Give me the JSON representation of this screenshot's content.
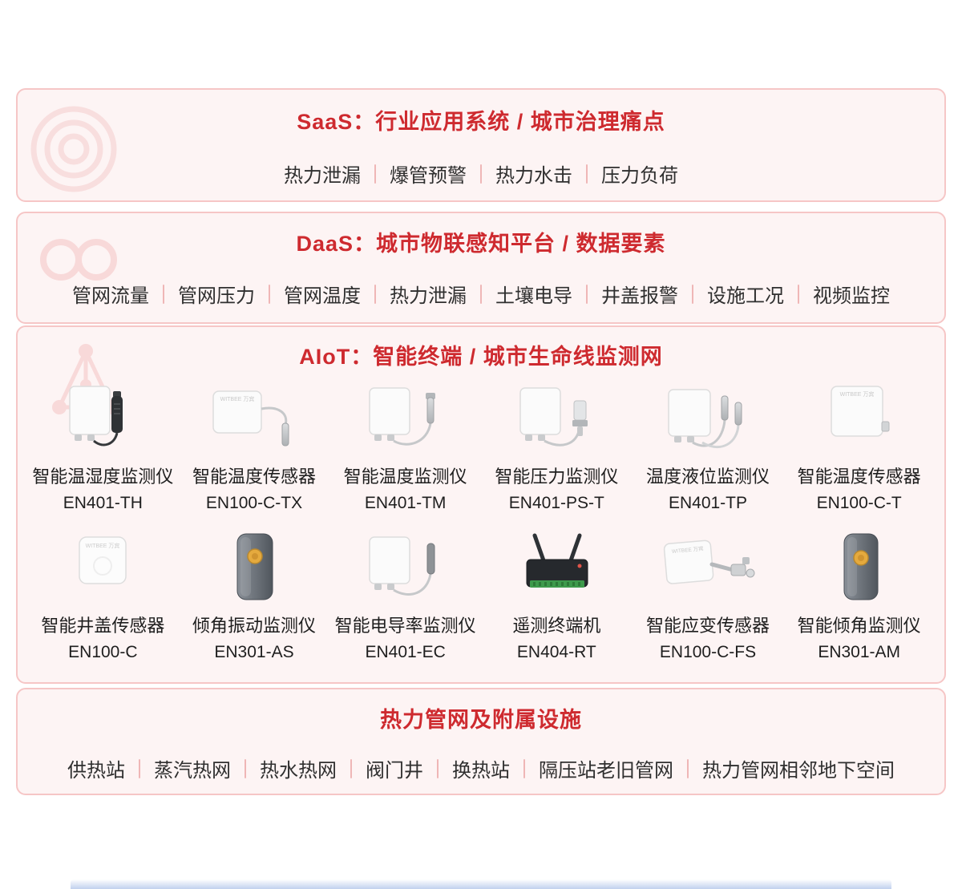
{
  "colors": {
    "accent_red": "#ce2a2f",
    "section_background": "#fdf4f4",
    "section_border": "#f6c6c6",
    "separator_pink": "#efb6b6",
    "text_dark": "#2f2f2f"
  },
  "saas": {
    "title": "SaaS：行业应用系统 / 城市治理痛点",
    "items": [
      "热力泄漏",
      "爆管预警",
      "热力水击",
      "压力负荷"
    ]
  },
  "daas": {
    "title": "DaaS：城市物联感知平台 / 数据要素",
    "items": [
      "管网流量",
      "管网压力",
      "管网温度",
      "热力泄漏",
      "土壤电导",
      "井盖报警",
      "设施工况",
      "视频监控"
    ]
  },
  "aiot": {
    "title": "AIoT：智能终端 / 城市生命线监测网",
    "brand": "WITBEE 万宾",
    "devices": [
      {
        "name": "智能温湿度监测仪",
        "model": "EN401-TH",
        "image": "white-box-black-probe"
      },
      {
        "name": "智能温度传感器",
        "model": "EN100-C-TX",
        "image": "white-panel-cable-probe"
      },
      {
        "name": "智能温度监测仪",
        "model": "EN401-TM",
        "image": "white-box-cable-probe"
      },
      {
        "name": "智能压力监测仪",
        "model": "EN401-PS-T",
        "image": "white-box-pressure-transmitter"
      },
      {
        "name": "温度液位监测仪",
        "model": "EN401-TP",
        "image": "white-box-dual-probe"
      },
      {
        "name": "智能温度传感器",
        "model": "EN100-C-T",
        "image": "white-panel-stub"
      },
      {
        "name": "智能井盖传感器",
        "model": "EN100-C",
        "image": "white-panel-plain"
      },
      {
        "name": "倾角振动监测仪",
        "model": "EN301-AS",
        "image": "dark-tilt-sensor-yellow-dot"
      },
      {
        "name": "智能电导率监测仪",
        "model": "EN401-EC",
        "image": "white-box-dark-probe"
      },
      {
        "name": "遥测终端机",
        "model": "EN404-RT",
        "image": "black-router-two-antennas"
      },
      {
        "name": "智能应变传感器",
        "model": "EN100-C-FS",
        "image": "white-panel-bracket-arm"
      },
      {
        "name": "智能倾角监测仪",
        "model": "EN301-AM",
        "image": "dark-tilt-sensor-yellow-dot"
      }
    ]
  },
  "facilities": {
    "title": "热力管网及附属设施",
    "items": [
      "供热站",
      "蒸汽热网",
      "热水热网",
      "阀门井",
      "换热站",
      "隔压站老旧管网",
      "热力管网相邻地下空间"
    ]
  }
}
